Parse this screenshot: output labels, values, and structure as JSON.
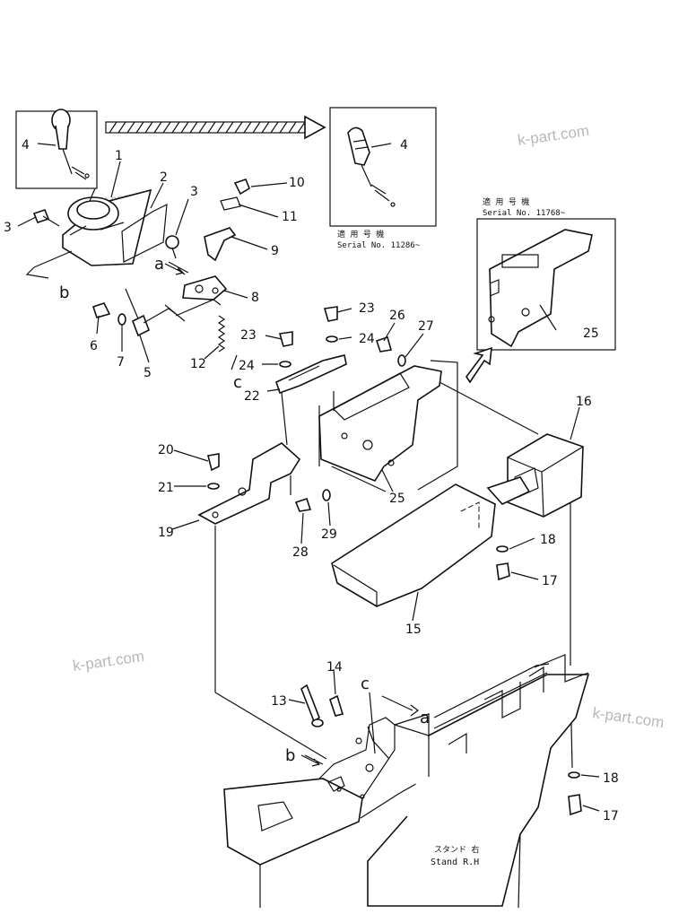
{
  "diagram": {
    "callouts": [
      "1",
      "2",
      "3",
      "4",
      "5",
      "6",
      "7",
      "8",
      "9",
      "10",
      "11",
      "12",
      "13",
      "14",
      "15",
      "16",
      "17",
      "18",
      "19",
      "20",
      "21",
      "22",
      "23",
      "24",
      "25",
      "26",
      "27",
      "28",
      "29"
    ],
    "letters": {
      "a": "a",
      "b": "b",
      "c": "c"
    },
    "note_upper": {
      "jp": "適 用 号 機",
      "serial": "Serial No. 11286~"
    },
    "note_right": {
      "jp": "適 用 号 機",
      "serial": "Serial No. 11768~"
    },
    "stand_label": {
      "jp": "スタンド 右",
      "en": "Stand R.H"
    },
    "watermark": "k-part.com"
  }
}
